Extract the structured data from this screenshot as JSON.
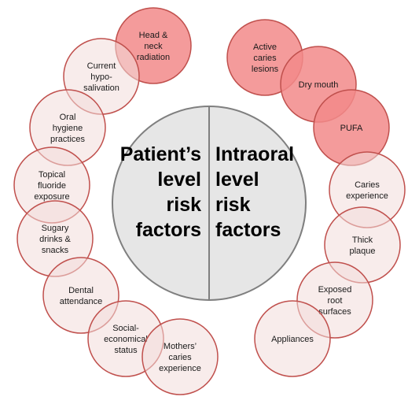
{
  "center": {
    "left_lines": [
      "Patient’s",
      "level",
      "risk",
      "factors"
    ],
    "right_lines": [
      "Intraoral",
      "level",
      "risk",
      "factors"
    ]
  },
  "colors": {
    "high_risk_fill": "#f28a8a",
    "high_risk_stroke": "#c0504d",
    "risk_fill": "#f2dcdb",
    "risk_stroke": "#c0504d",
    "center_fill": "#e6e6e6",
    "center_stroke": "#7f7f7f"
  },
  "patient_factors": [
    {
      "lines": [
        "Head &",
        "neck",
        "radiation"
      ],
      "high": true
    },
    {
      "lines": [
        "Current",
        "hypo-",
        "salivation"
      ],
      "high": false
    },
    {
      "lines": [
        "Oral",
        "hygiene",
        "practices"
      ],
      "high": false
    },
    {
      "lines": [
        "Topical",
        "fluoride",
        "exposure"
      ],
      "high": false
    },
    {
      "lines": [
        "Sugary",
        "drinks &",
        "snacks"
      ],
      "high": false
    },
    {
      "lines": [
        "Dental",
        "attendance"
      ],
      "high": false
    },
    {
      "lines": [
        "Social-",
        "economical",
        "status"
      ],
      "high": false
    },
    {
      "lines": [
        "Mothers’",
        "caries",
        "experience"
      ],
      "high": false
    }
  ],
  "intraoral_factors": [
    {
      "lines": [
        "Active",
        "caries",
        "lesions"
      ],
      "high": true
    },
    {
      "lines": [
        "Dry mouth"
      ],
      "high": true
    },
    {
      "lines": [
        "PUFA"
      ],
      "high": true
    },
    {
      "lines": [
        "Caries",
        "experience"
      ],
      "high": false
    },
    {
      "lines": [
        "Thick",
        "plaque"
      ],
      "high": false
    },
    {
      "lines": [
        "Exposed",
        "root",
        "surfaces"
      ],
      "high": false
    },
    {
      "lines": [
        "Appliances"
      ],
      "high": false
    }
  ]
}
